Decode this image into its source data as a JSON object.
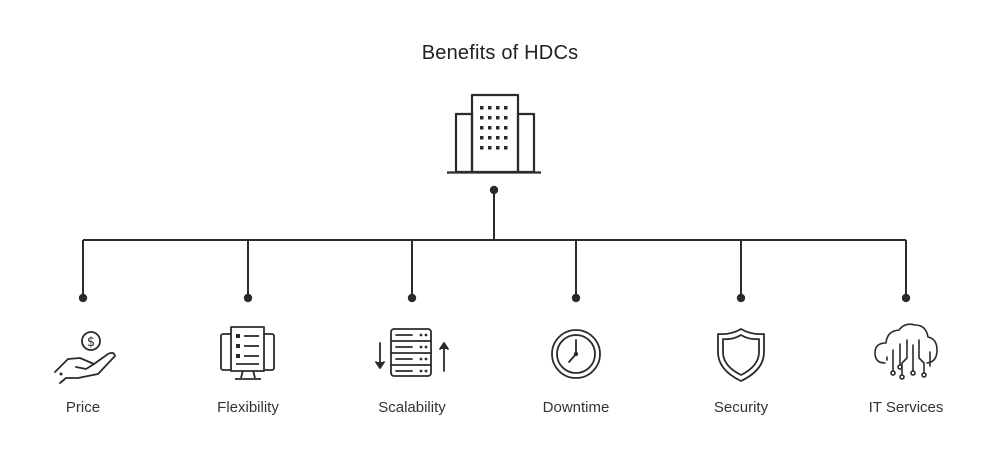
{
  "title": "Benefits of HDCs",
  "root": {
    "icon": "office-building-icon"
  },
  "benefits": [
    {
      "label": "Price",
      "icon": "hand-dollar-coin-icon"
    },
    {
      "label": "Flexibility",
      "icon": "monitor-checklist-icon"
    },
    {
      "label": "Scalability",
      "icon": "server-rack-arrows-icon"
    },
    {
      "label": "Downtime",
      "icon": "clock-icon"
    },
    {
      "label": "Security",
      "icon": "shield-icon"
    },
    {
      "label": "IT Services",
      "icon": "cloud-circuit-icon"
    }
  ],
  "colors": {
    "line": "#2b2b2b",
    "text": "#333333"
  }
}
